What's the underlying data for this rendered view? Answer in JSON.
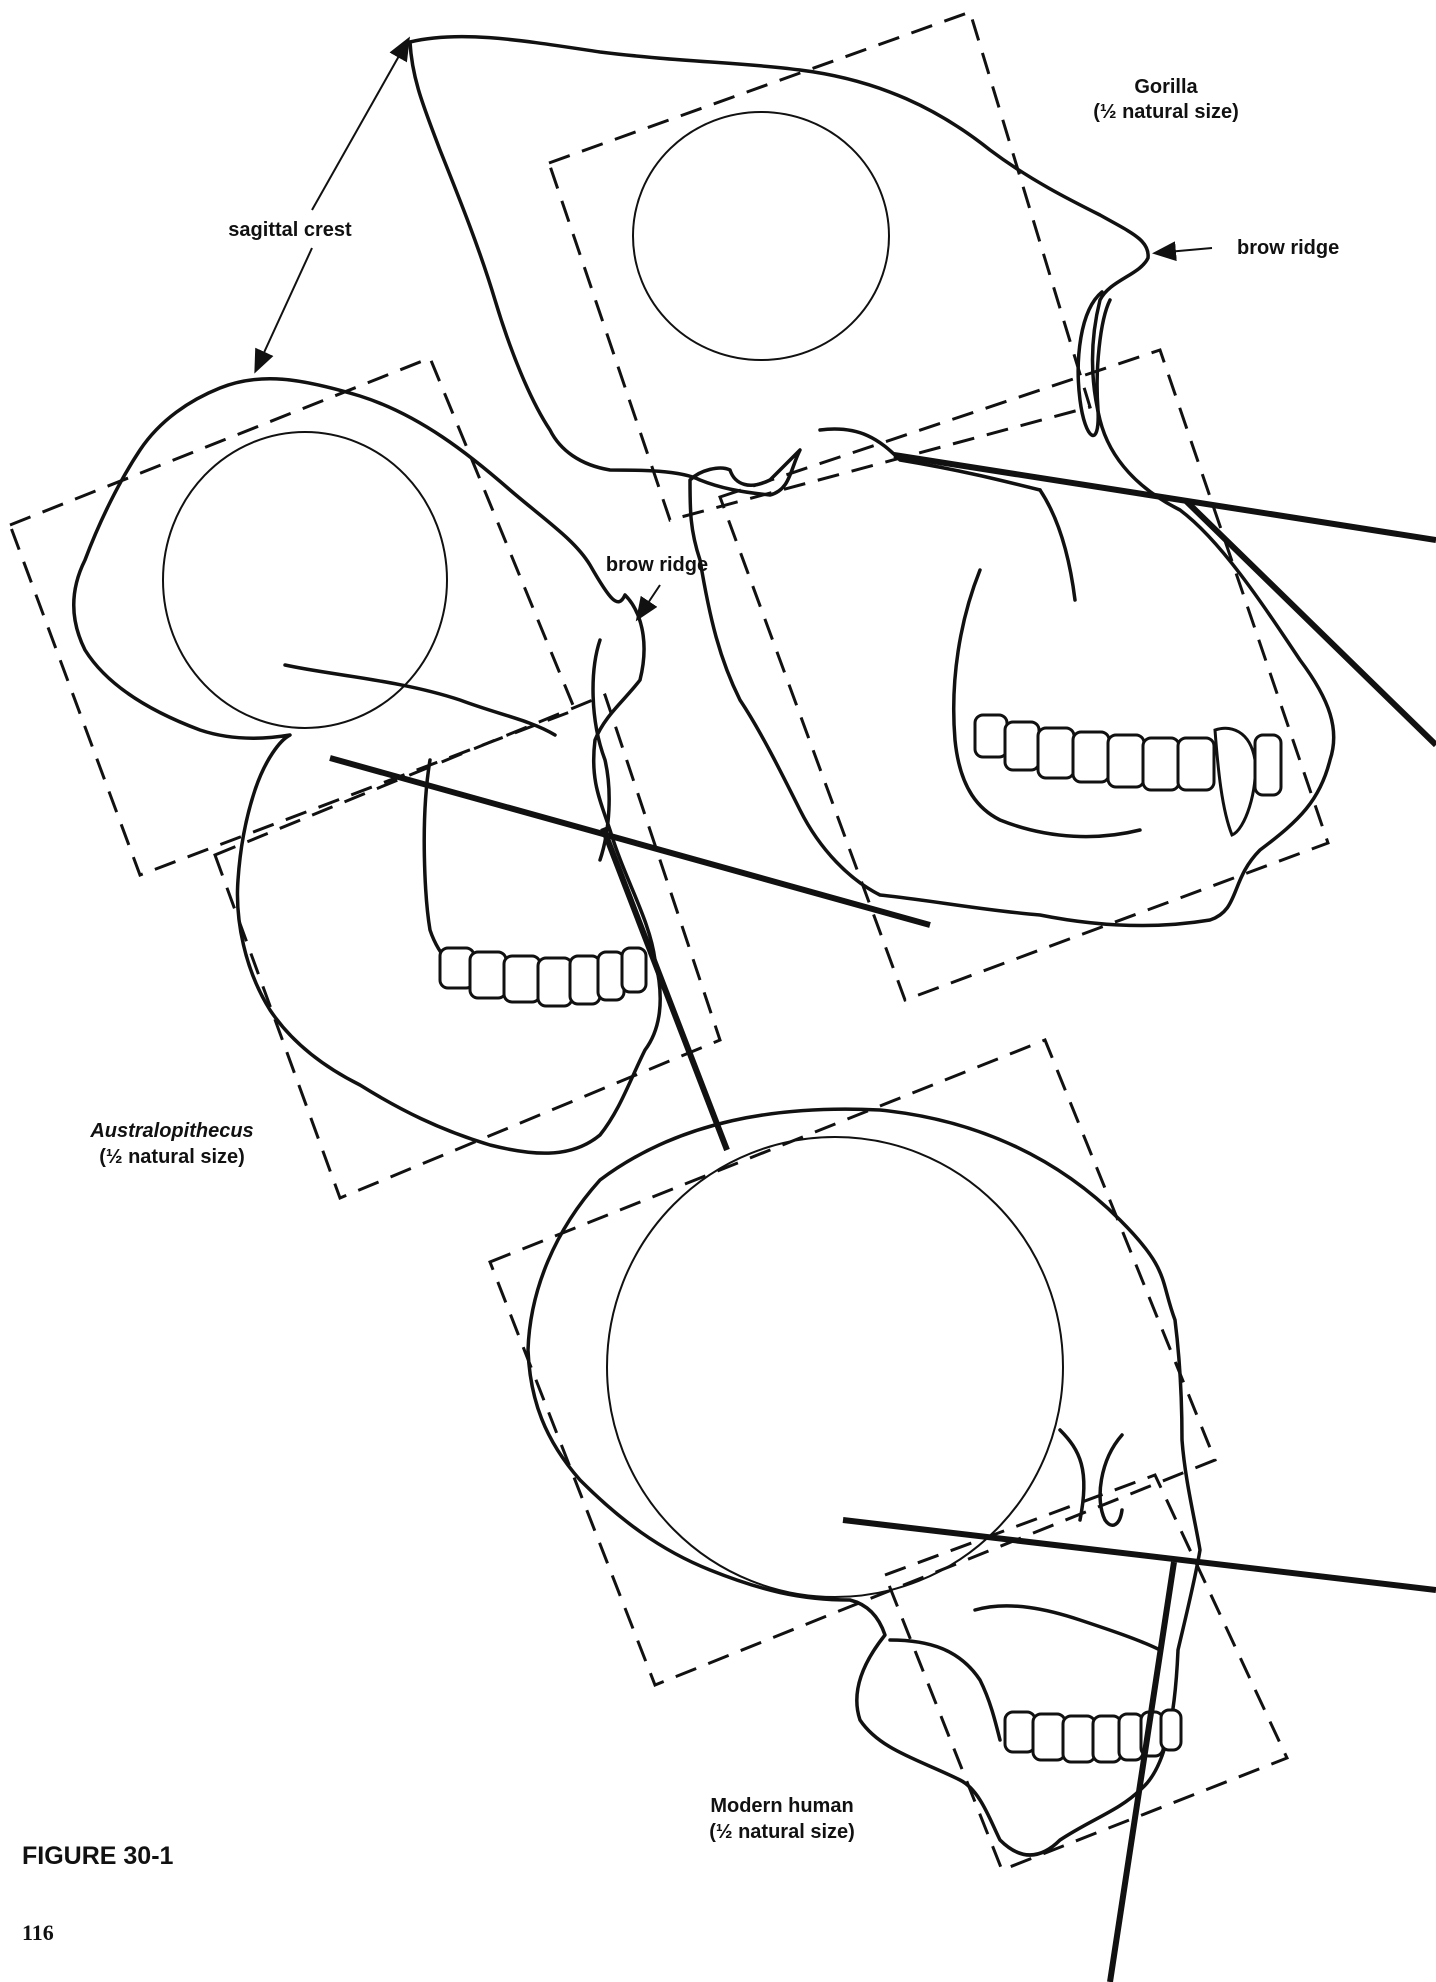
{
  "labels": {
    "gorilla_name": "Gorilla",
    "gorilla_scale": "(½ natural size)",
    "brow_ridge_gorilla": "brow ridge",
    "sagittal_crest": "sagittal crest",
    "brow_ridge_australopithecus": "brow ridge",
    "australopithecus_name": "Australopithecus",
    "australopithecus_scale": "(½ natural size)",
    "human_name": "Modern human",
    "human_scale": "(½ natural size)"
  },
  "figure_caption": "FIGURE 30-1",
  "page_number": "116"
}
